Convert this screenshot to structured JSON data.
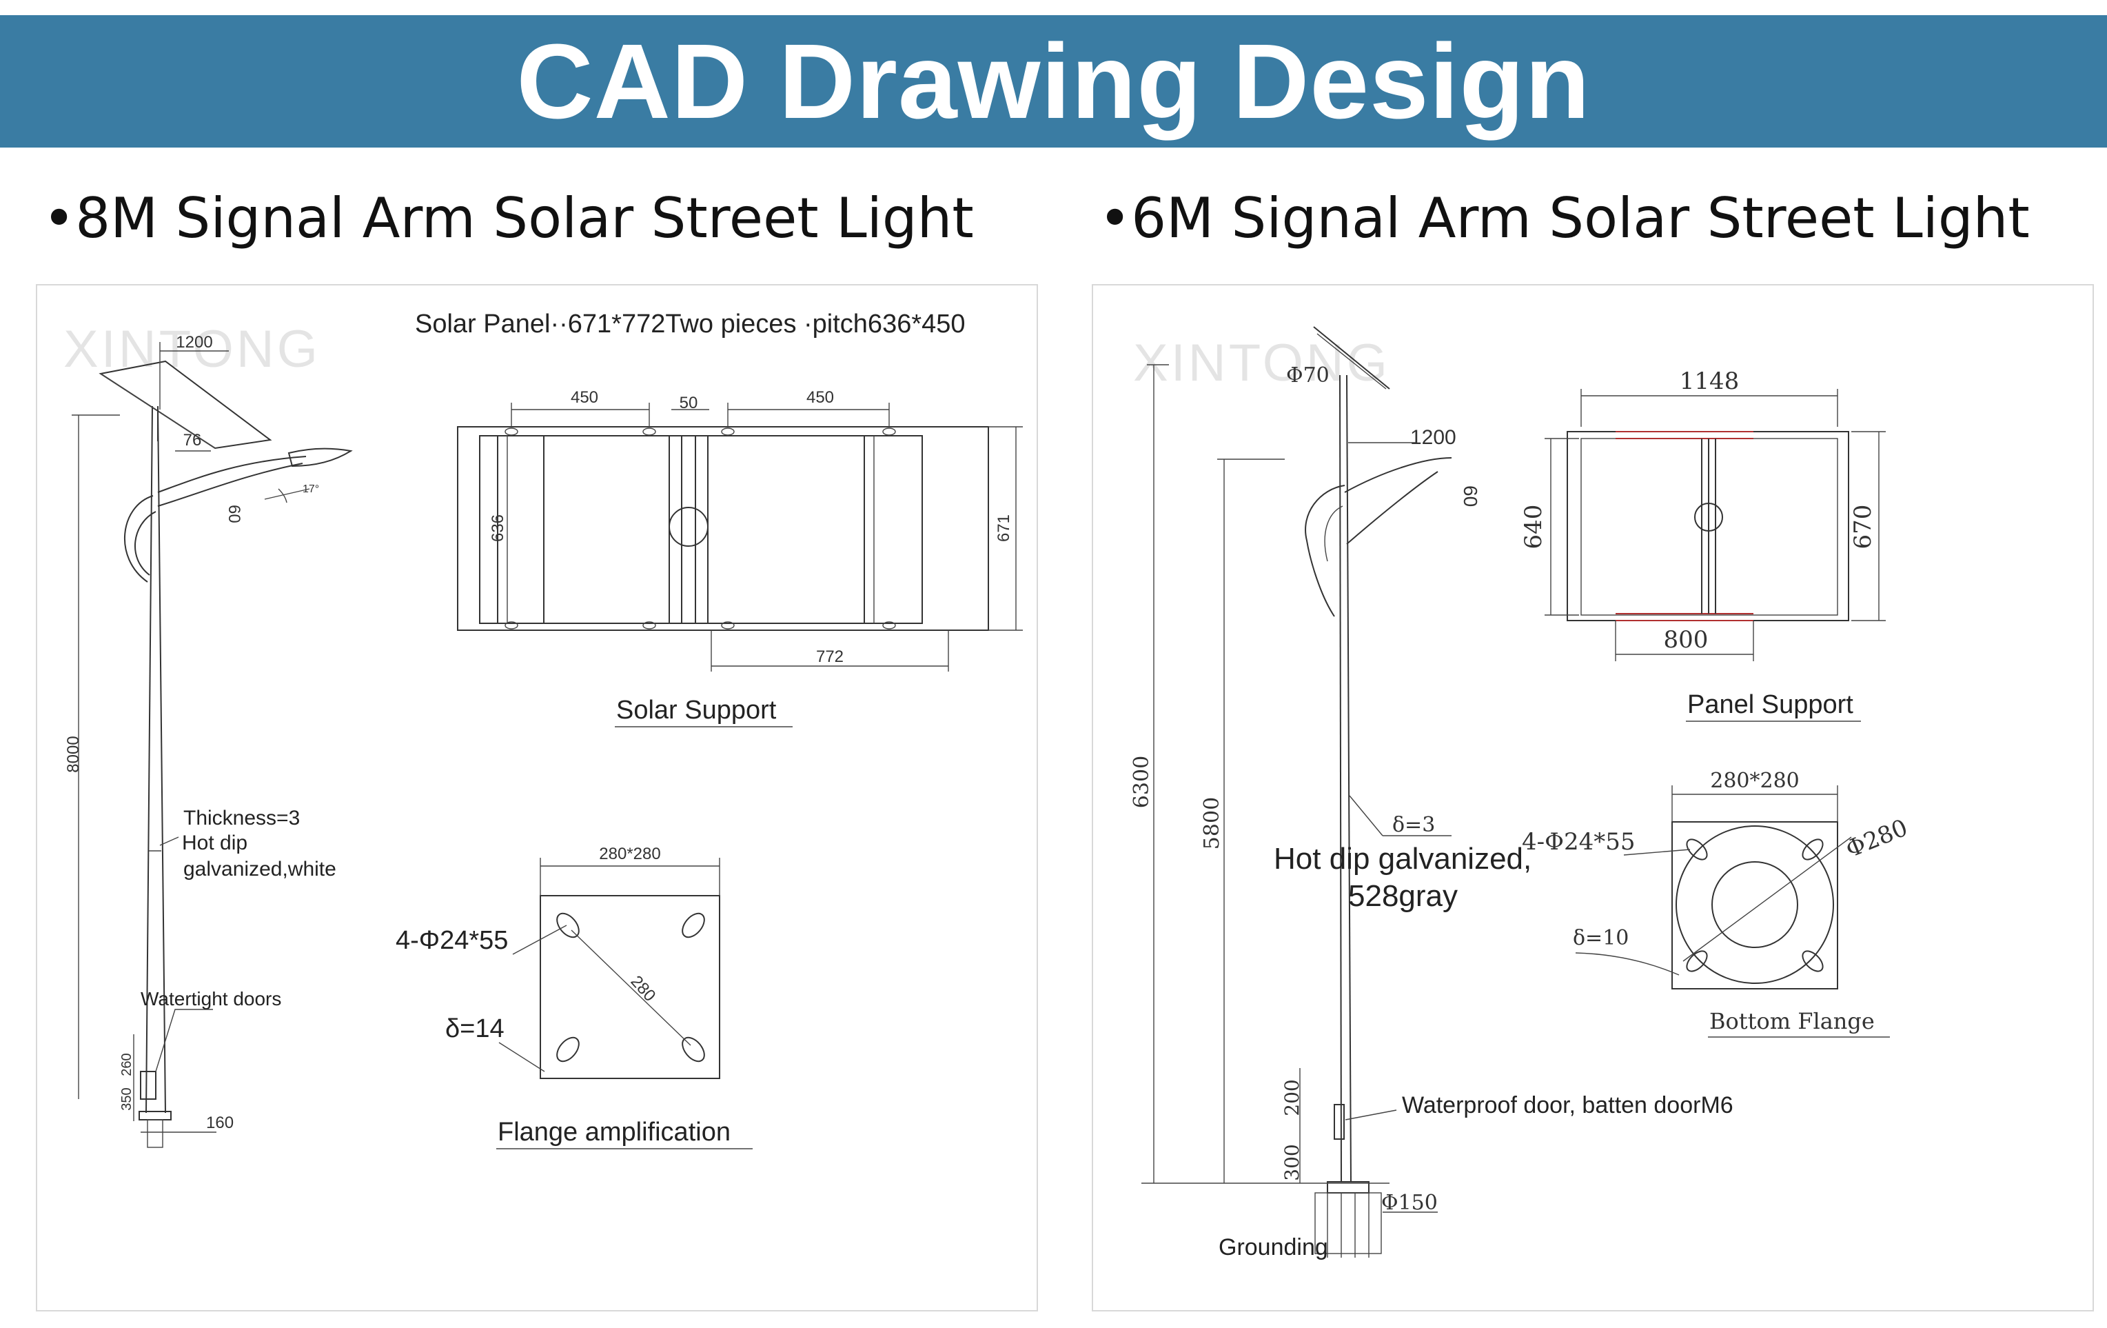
{
  "header": {
    "title": "CAD Drawing Design"
  },
  "left": {
    "heading": "•8M Signal Arm Solar Street Light",
    "watermark": "XINTONG",
    "solar_panel_note": "Solar Panel··671*772Two pieces ·pitch636*450",
    "solar_support_title": "Solar Support",
    "thickness_note": [
      "Thickness=3",
      "Hot dip",
      "galvanized,white"
    ],
    "watertight_note": "Watertight doors",
    "flange_title": "Flange amplification",
    "flange_holes": "4-Φ24*55",
    "flange_thickness": "δ=14",
    "flange_size": "280*280",
    "flange_diag": "280",
    "dims": {
      "arm_top": "1200",
      "arm_offset": "76",
      "arm_60": "60",
      "angle": "17°",
      "height": "8000",
      "base_260": "260",
      "base_350": "350",
      "base_160": "160",
      "support_450a": "450",
      "support_50": "50",
      "support_450b": "450",
      "support_636": "636",
      "support_671": "671",
      "support_772": "772"
    }
  },
  "right": {
    "heading": "•6M Signal Arm Solar Street Light",
    "watermark": "XINTONG",
    "panel_support_title": "Panel Support",
    "bottom_flange_title": "Bottom Flange",
    "galvanized_note": [
      "Hot dip galvanized,",
      "528gray"
    ],
    "waterproof_note": "Waterproof door, batten doorM6",
    "grounding_note": "Grounding",
    "flange_holes": "4-Φ24*55",
    "flange_thickness": "δ=10",
    "flange_size": "280*280",
    "flange_diam": "Φ280",
    "pole_thickness": "δ=3",
    "dims": {
      "top_diam": "Φ70",
      "arm": "1200",
      "arm_60": "60",
      "height_6300": "6300",
      "height_5800": "5800",
      "door_200": "200",
      "base_300": "300",
      "base_diam": "Φ150",
      "panel_1148": "1148",
      "panel_640": "640",
      "panel_670": "670",
      "panel_800": "800"
    }
  }
}
